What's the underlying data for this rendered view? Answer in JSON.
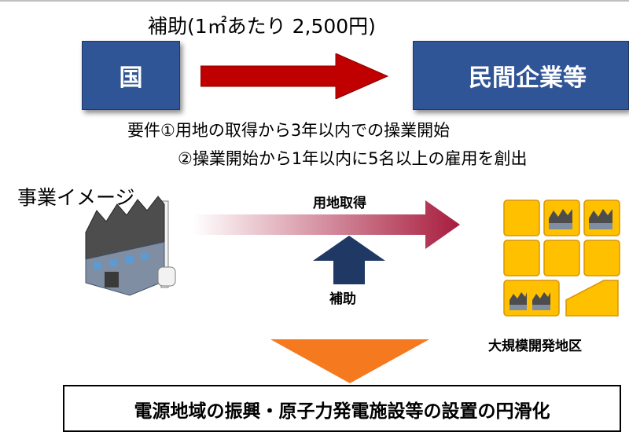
{
  "header": {
    "subsidy_text": "補助(1㎡あたり 2,500円)"
  },
  "flow": {
    "from_entity": "国",
    "to_entity": "民間企業等"
  },
  "requirements": {
    "line1": "要件①用地の取得から3年以内での操業開始",
    "line2": "②操業開始から1年以内に5名以上の雇用を創出"
  },
  "business_image": {
    "title": "事業イメージ",
    "arrow_label": "用地取得",
    "support_label": "補助",
    "area_label": "大規模開発地区"
  },
  "result": {
    "text": "電源地域の振興・原子力発電施設等の設置の円滑化"
  },
  "colors": {
    "box_blue": "#2f5597",
    "arrow_red": "#c00000",
    "plot_yellow": "#ffc000",
    "result_arrow_orange": "#f4791f",
    "support_arrow_navy": "#1f3864"
  }
}
